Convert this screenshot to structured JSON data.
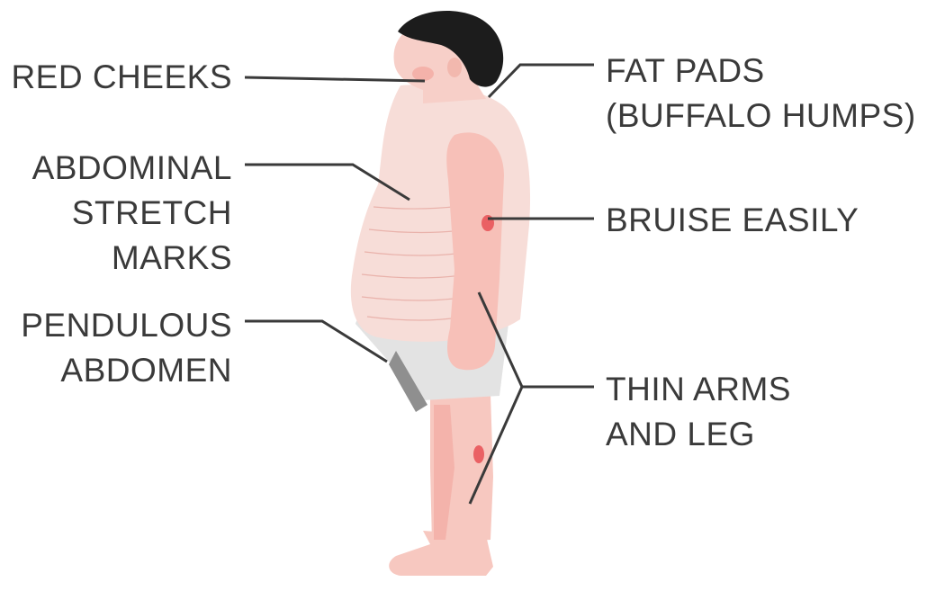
{
  "colors": {
    "text": "#3a3a3a",
    "line": "#3a3a3a",
    "hair": "#1c1c1c",
    "skin": "#f7cfc8",
    "skin_dark": "#f0a9a0",
    "shirt": "#f7ddd8",
    "shorts": "#e3e3e3",
    "shorts_shadow": "#8f8f8f",
    "bruise": "#e8555a"
  },
  "labels": {
    "red_cheeks": [
      "RED CHEEKS"
    ],
    "abdominal_stretch_marks": [
      "ABDOMINAL",
      "STRETCH",
      "MARKS"
    ],
    "pendulous_abdomen": [
      "PENDULOUS",
      "ABDOMEN"
    ],
    "fat_pads": [
      "FAT PADS",
      "(BUFFALO HUMPS)"
    ],
    "bruise_easily": [
      "BRUISE EASILY"
    ],
    "thin_arms_and_leg": [
      "THIN ARMS",
      "AND LEG"
    ]
  }
}
